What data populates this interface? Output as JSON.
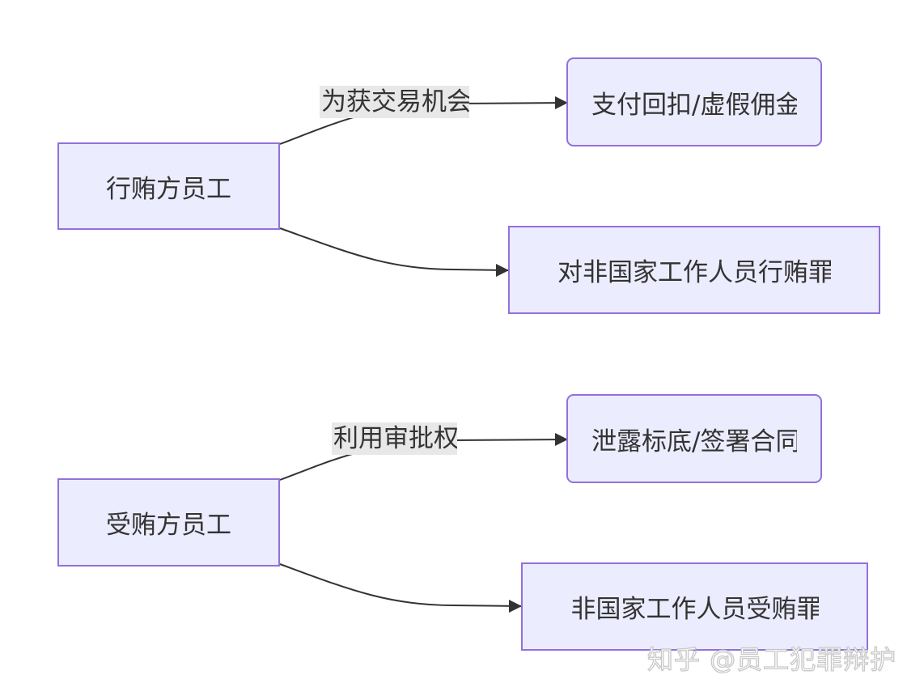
{
  "diagram": {
    "groups": [
      {
        "source": {
          "label": "行贿方员工"
        },
        "edge_label": "为获交易机会",
        "target_primary": {
          "label": "支付回扣/虚假佣金"
        },
        "target_secondary": {
          "label": "对非国家工作人员行贿罪"
        }
      },
      {
        "source": {
          "label": "受贿方员工"
        },
        "edge_label": "利用审批权",
        "target_primary": {
          "label": "泄露标底/签署合同"
        },
        "target_secondary": {
          "label": "非国家工作人员受贿罪"
        }
      }
    ]
  },
  "watermark": "知乎 @员工犯罪辩护",
  "colors": {
    "node_fill": "#ececff",
    "node_border": "#9370db",
    "edge": "#333333",
    "edge_label_bg": "#e8e8e8",
    "text": "#333333"
  }
}
